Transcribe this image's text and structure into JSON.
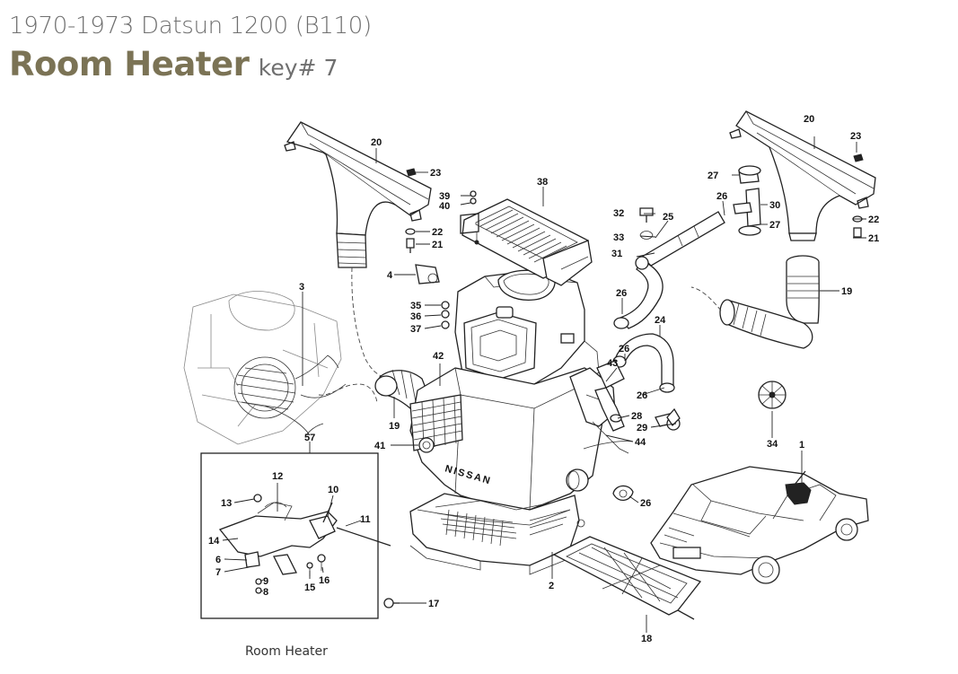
{
  "header": {
    "subtitle": "1970-1973 Datsun 1200 (B110)",
    "title": "Room Heater",
    "key_label": "key# 7"
  },
  "diagram": {
    "caption": "Room Heater",
    "callouts": {
      "c1": "1",
      "c2": "2",
      "c3": "3",
      "c4": "4",
      "c6": "6",
      "c7": "7",
      "c8": "8",
      "c9": "9",
      "c10": "10",
      "c11": "11",
      "c12": "12",
      "c13": "13",
      "c14": "14",
      "c15": "15",
      "c16": "16",
      "c17": "17",
      "c18": "18",
      "c19": "19",
      "c20": "20",
      "c21": "21",
      "c22": "22",
      "c23": "23",
      "c24": "24",
      "c25": "25",
      "c26": "26",
      "c27": "27",
      "c28": "28",
      "c29": "29",
      "c30": "30",
      "c31": "31",
      "c32": "32",
      "c33": "33",
      "c34": "34",
      "c35": "35",
      "c36": "36",
      "c37": "37",
      "c38": "38",
      "c39": "39",
      "c40": "40",
      "c41": "41",
      "c42": "42",
      "c43": "43",
      "c44": "44",
      "c57": "57"
    },
    "emblem_text": "NISSAN"
  }
}
